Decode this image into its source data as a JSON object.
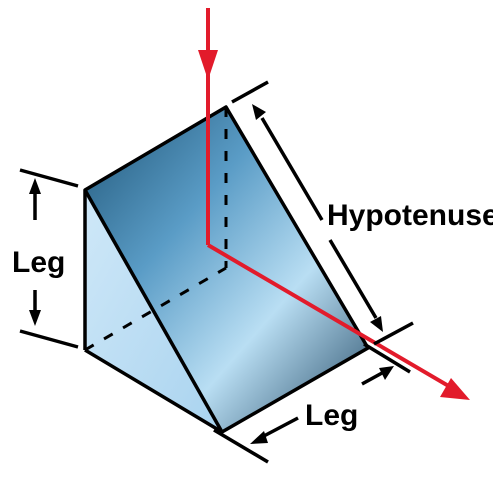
{
  "labels": {
    "hypotenuse": "Hypotenuse",
    "leg_left": "Leg",
    "leg_bottom": "Leg"
  },
  "colors": {
    "beam": "#e21b2b",
    "prism_face_light": "#d7eefb",
    "prism_face_mid": "#8cc3e6",
    "prism_face_dark": "#3d6f94",
    "outline": "#000000"
  }
}
